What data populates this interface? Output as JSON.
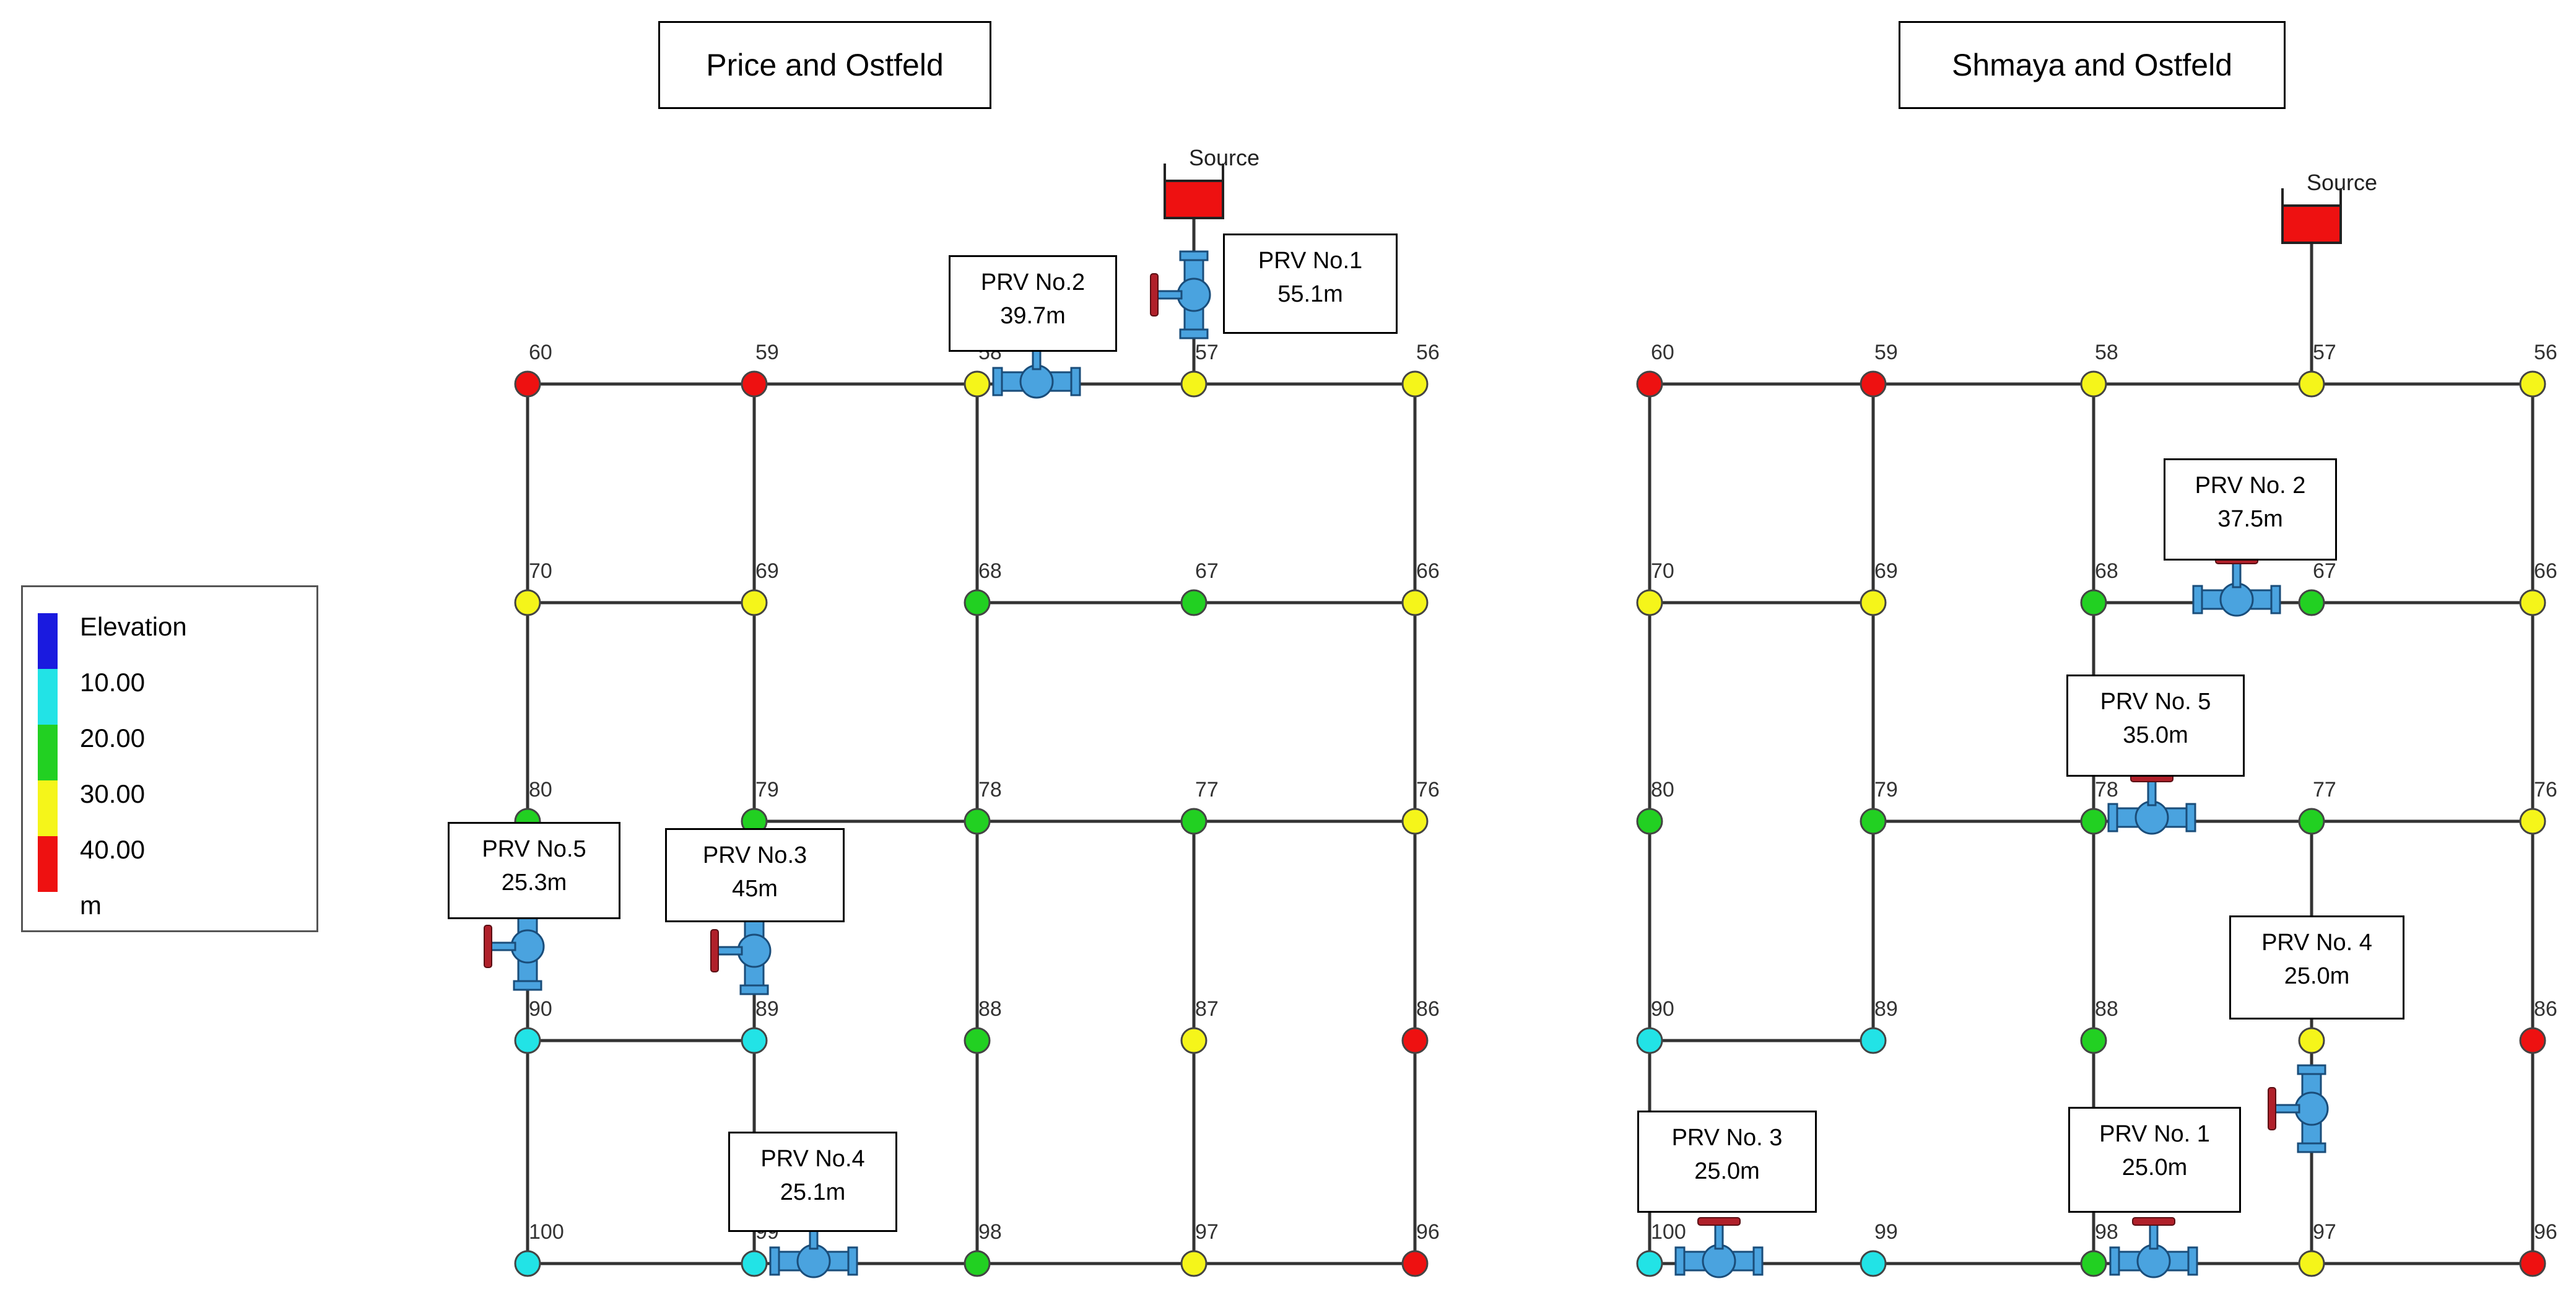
{
  "diagrams": [
    {
      "title": "Price and Ostfeld",
      "source_label": "Source",
      "nodes": [
        {
          "id": "60",
          "color": "red"
        },
        {
          "id": "59",
          "color": "red"
        },
        {
          "id": "58",
          "color": "yellow"
        },
        {
          "id": "57",
          "color": "yellow"
        },
        {
          "id": "56",
          "color": "yellow"
        },
        {
          "id": "70",
          "color": "yellow"
        },
        {
          "id": "69",
          "color": "yellow"
        },
        {
          "id": "68",
          "color": "green"
        },
        {
          "id": "67",
          "color": "green"
        },
        {
          "id": "66",
          "color": "yellow"
        },
        {
          "id": "80",
          "color": "green"
        },
        {
          "id": "79",
          "color": "green"
        },
        {
          "id": "78",
          "color": "green"
        },
        {
          "id": "77",
          "color": "green"
        },
        {
          "id": "76",
          "color": "yellow"
        },
        {
          "id": "90",
          "color": "cyan"
        },
        {
          "id": "89",
          "color": "cyan"
        },
        {
          "id": "88",
          "color": "green"
        },
        {
          "id": "87",
          "color": "yellow"
        },
        {
          "id": "86",
          "color": "red"
        },
        {
          "id": "100",
          "color": "cyan"
        },
        {
          "id": "99",
          "color": "cyan"
        },
        {
          "id": "98",
          "color": "green"
        },
        {
          "id": "97",
          "color": "yellow"
        },
        {
          "id": "96",
          "color": "red"
        }
      ],
      "prvs": [
        {
          "name": "PRV No.1",
          "setting": "55.1m"
        },
        {
          "name": "PRV No.2",
          "setting": "39.7m"
        },
        {
          "name": "PRV No.3",
          "setting": "45m"
        },
        {
          "name": "PRV No.4",
          "setting": "25.1m"
        },
        {
          "name": "PRV No.5",
          "setting": "25.3m"
        }
      ]
    },
    {
      "title": "Shmaya and Ostfeld",
      "source_label": "Source",
      "nodes": [
        {
          "id": "60",
          "color": "red"
        },
        {
          "id": "59",
          "color": "red"
        },
        {
          "id": "58",
          "color": "yellow"
        },
        {
          "id": "57",
          "color": "yellow"
        },
        {
          "id": "56",
          "color": "yellow"
        },
        {
          "id": "70",
          "color": "yellow"
        },
        {
          "id": "69",
          "color": "yellow"
        },
        {
          "id": "68",
          "color": "green"
        },
        {
          "id": "67",
          "color": "green"
        },
        {
          "id": "66",
          "color": "yellow"
        },
        {
          "id": "80",
          "color": "green"
        },
        {
          "id": "79",
          "color": "green"
        },
        {
          "id": "78",
          "color": "green"
        },
        {
          "id": "77",
          "color": "green"
        },
        {
          "id": "76",
          "color": "yellow"
        },
        {
          "id": "90",
          "color": "cyan"
        },
        {
          "id": "89",
          "color": "cyan"
        },
        {
          "id": "88",
          "color": "green"
        },
        {
          "id": "87",
          "color": "yellow"
        },
        {
          "id": "86",
          "color": "red"
        },
        {
          "id": "100",
          "color": "cyan"
        },
        {
          "id": "99",
          "color": "cyan"
        },
        {
          "id": "98",
          "color": "green"
        },
        {
          "id": "97",
          "color": "yellow"
        },
        {
          "id": "96",
          "color": "red"
        }
      ],
      "prvs": [
        {
          "name": "PRV No. 1",
          "setting": "25.0m"
        },
        {
          "name": "PRV No. 2",
          "setting": "37.5m"
        },
        {
          "name": "PRV No. 3",
          "setting": "25.0m"
        },
        {
          "name": "PRV No. 4",
          "setting": "25.0m"
        },
        {
          "name": "PRV No. 5",
          "setting": "35.0m"
        }
      ]
    }
  ],
  "legend": {
    "title": "Elevation",
    "items": [
      "10.00",
      "20.00",
      "30.00",
      "40.00",
      "m"
    ],
    "colors": [
      "#1a1adf",
      "#22e3e6",
      "#22d022",
      "#f5f51a",
      "#ee1111"
    ]
  },
  "colors": {
    "red": "#ee1111",
    "yellow": "#f5f51a",
    "green": "#22d022",
    "cyan": "#22e3e6",
    "pipe": "#333333",
    "valve": "#4aa3df",
    "handwheel": "#b0202a",
    "reservoir": "#ee1111"
  }
}
